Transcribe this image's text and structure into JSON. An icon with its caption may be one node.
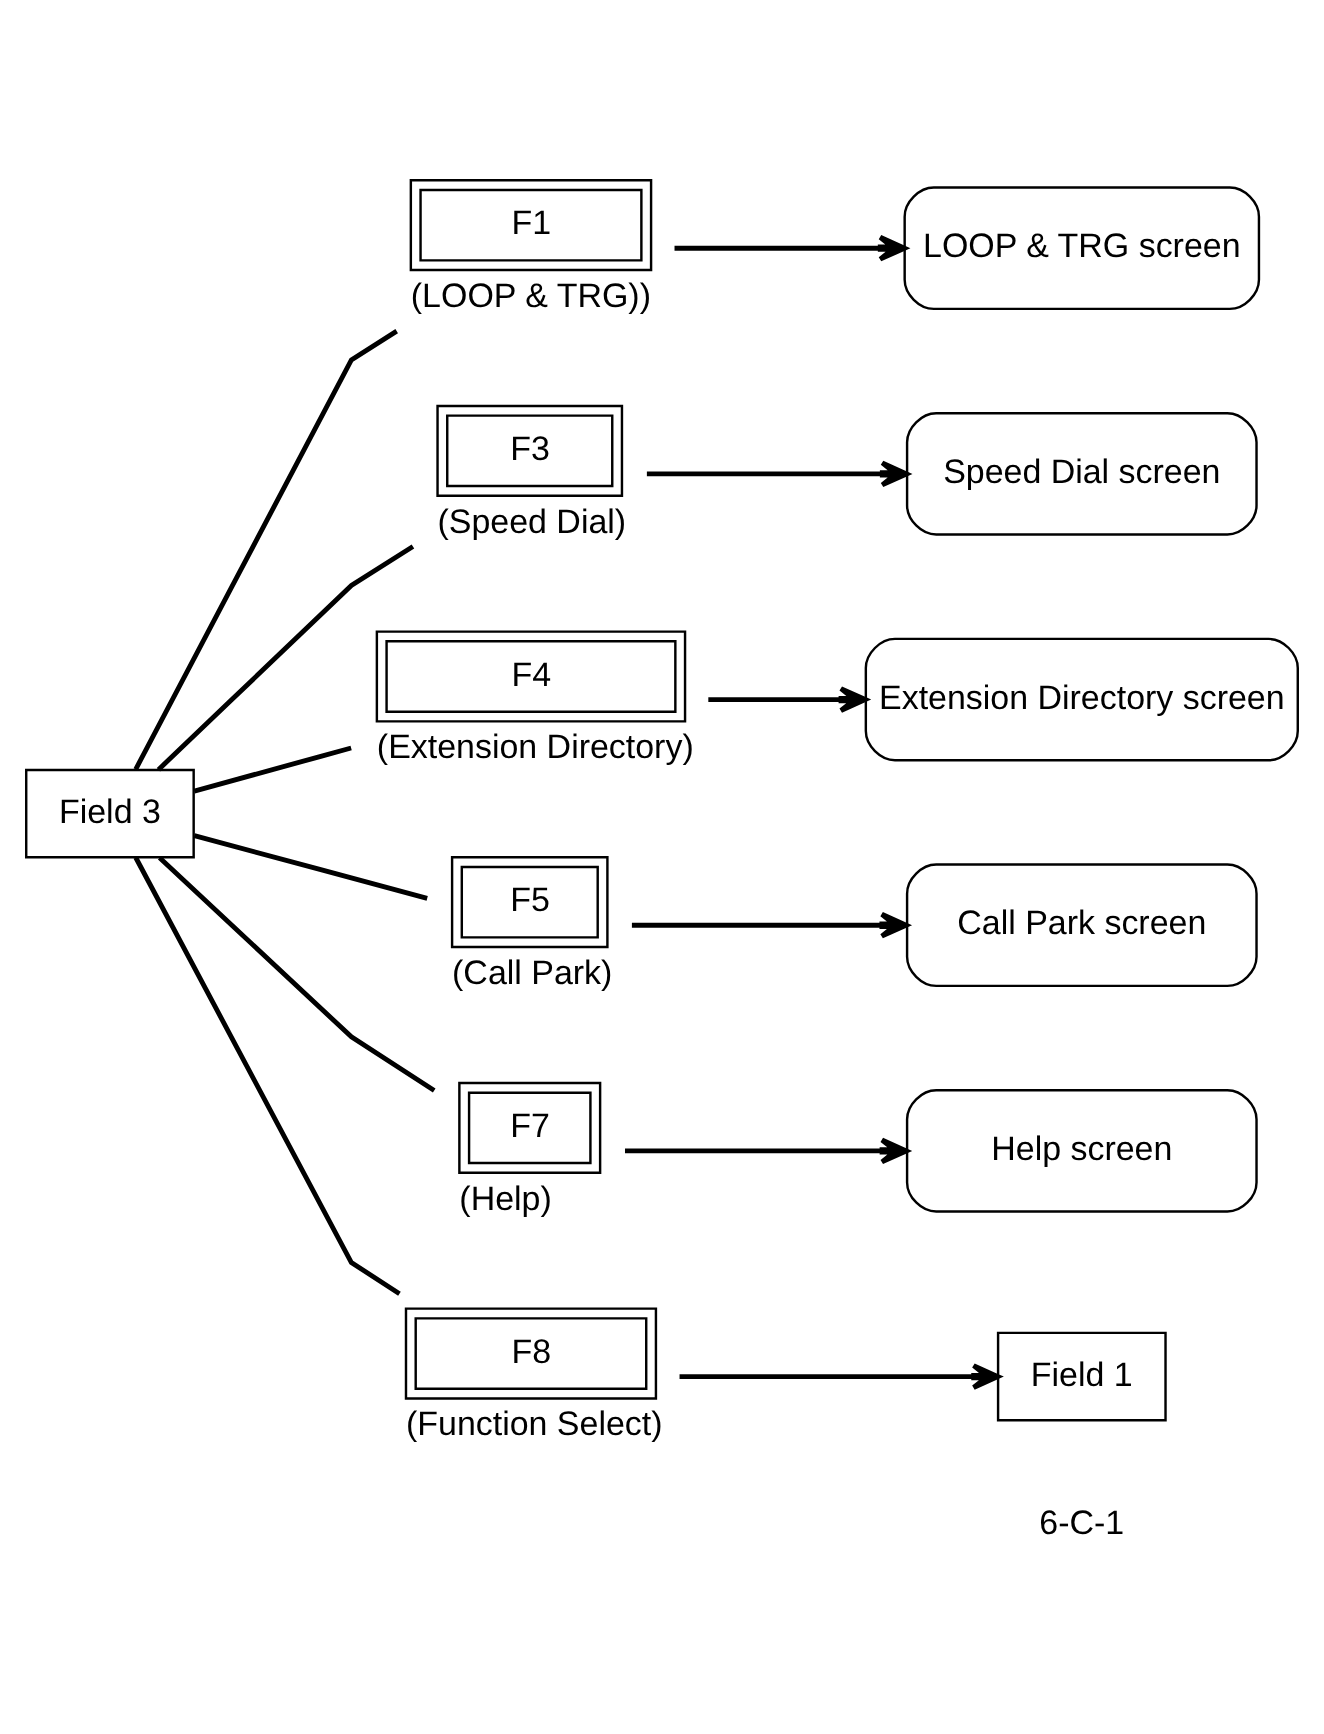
{
  "diagram": {
    "nodes": [
      {
        "text": [
          "Field 3"
        ]
      },
      {
        "text": [
          "F1"
        ],
        "beside": [
          "(LOOP & TRG))"
        ]
      },
      {
        "text": [
          "LOOP & TRG screen"
        ]
      },
      {
        "text": [
          "F3"
        ],
        "beside": [
          "(Speed Dial)"
        ]
      },
      {
        "text": [
          "Speed Dial screen"
        ]
      },
      {
        "text": [
          "F4"
        ],
        "beside": [
          "(Extension Directory)"
        ]
      },
      {
        "text": [
          "Extension Directory screen"
        ]
      },
      {
        "text": [
          "F5"
        ],
        "beside": [
          "(Call Park)"
        ]
      },
      {
        "text": [
          "Call Park screen"
        ]
      },
      {
        "text": [
          "F7"
        ],
        "beside": [
          "(Help)"
        ]
      },
      {
        "text": [
          "Help screen"
        ]
      },
      {
        "text": [
          "F8"
        ],
        "beside": [
          "(Function Select)"
        ]
      },
      {
        "text": [
          "Field 1"
        ]
      }
    ],
    "edges": [
      {
        "from": 0,
        "to": 1,
        "arrow": "none"
      },
      {
        "from": 0,
        "to": 3,
        "arrow": "none"
      },
      {
        "from": 0,
        "to": 5,
        "arrow": "none"
      },
      {
        "from": 0,
        "to": 7,
        "arrow": "none"
      },
      {
        "from": 0,
        "to": 9,
        "arrow": "none"
      },
      {
        "from": 0,
        "to": 11,
        "arrow": "none"
      },
      {
        "from": 1,
        "to": 2,
        "arrow": "to"
      },
      {
        "from": 3,
        "to": 4,
        "arrow": "to"
      },
      {
        "from": 5,
        "to": 6,
        "arrow": "to"
      },
      {
        "from": 7,
        "to": 8,
        "arrow": "to"
      },
      {
        "from": 9,
        "to": 10,
        "arrow": "to"
      },
      {
        "from": 11,
        "to": 12,
        "arrow": "to"
      }
    ],
    "labels": [
      "6-C-1"
    ]
  }
}
